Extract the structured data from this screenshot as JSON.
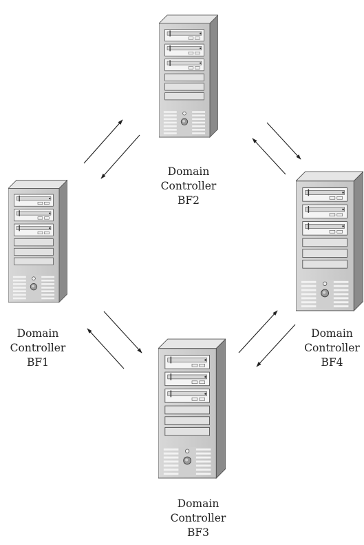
{
  "servers": [
    {
      "id": "bf2",
      "line1": "Domain",
      "line2": "Controller",
      "line3": "BF2"
    },
    {
      "id": "bf1",
      "line1": "Domain",
      "line2": "Controller",
      "line3": "BF1"
    },
    {
      "id": "bf4",
      "line1": "Domain",
      "line2": "Controller",
      "line3": "BF4"
    },
    {
      "id": "bf3",
      "line1": "Domain",
      "line2": "Controller",
      "line3": "BF3"
    }
  ],
  "connections": [
    {
      "from": "BF1",
      "to": "BF2",
      "bidirectional": true
    },
    {
      "from": "BF2",
      "to": "BF4",
      "bidirectional": true
    },
    {
      "from": "BF4",
      "to": "BF3",
      "bidirectional": true
    },
    {
      "from": "BF3",
      "to": "BF1",
      "bidirectional": true
    }
  ]
}
